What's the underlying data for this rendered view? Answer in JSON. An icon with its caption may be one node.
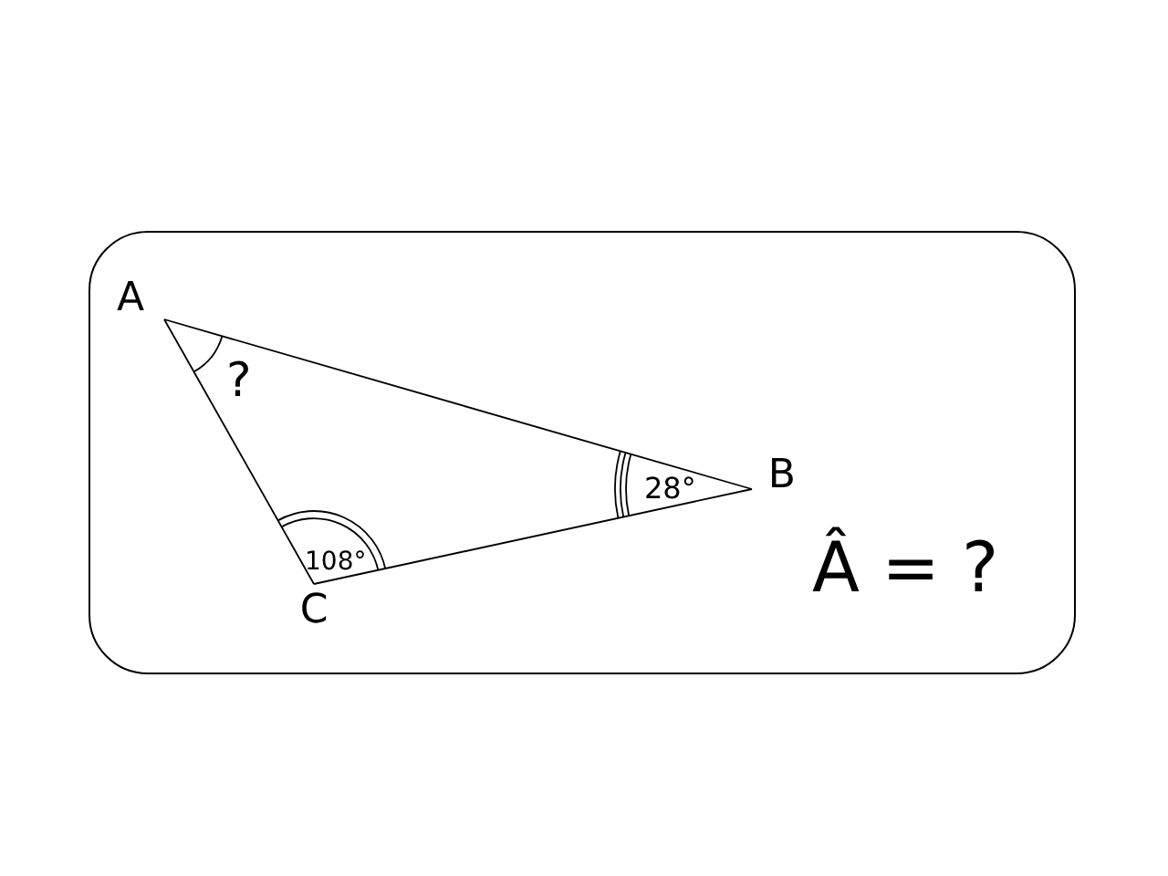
{
  "diagram": {
    "nodes": [
      {
        "text": [
          "A"
        ]
      },
      {
        "text": [
          "B"
        ]
      },
      {
        "text": [
          "C"
        ]
      }
    ],
    "edges": [
      {
        "from": 0,
        "to": 1,
        "arrow": "none"
      },
      {
        "from": 1,
        "to": 2,
        "arrow": "none"
      },
      {
        "from": 2,
        "to": 0,
        "arrow": "none"
      }
    ],
    "labels": [
      "?",
      "28°",
      "108°",
      "Â = ?"
    ]
  }
}
